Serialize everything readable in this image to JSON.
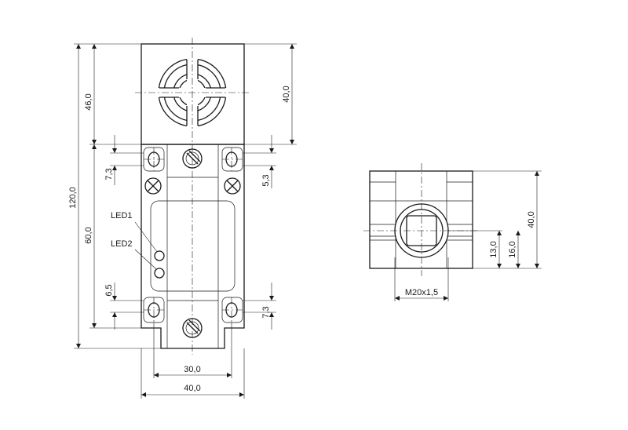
{
  "dimensions": {
    "total_height": "120,0",
    "head_height": "46,0",
    "head_side": "40,0",
    "top_hole_offset": "7,3",
    "top_hole_small": "5,3",
    "body_length": "60,0",
    "bottom_hole_offset": "6,5",
    "bottom_hole_right": "7,3",
    "hole_spacing": "30,0",
    "body_width": "40,0",
    "side_height": "40,0",
    "thread_center": "13,0",
    "thread_height": "16,0",
    "thread": "M20x1,5"
  },
  "labels": {
    "led1": "LED1",
    "led2": "LED2"
  }
}
